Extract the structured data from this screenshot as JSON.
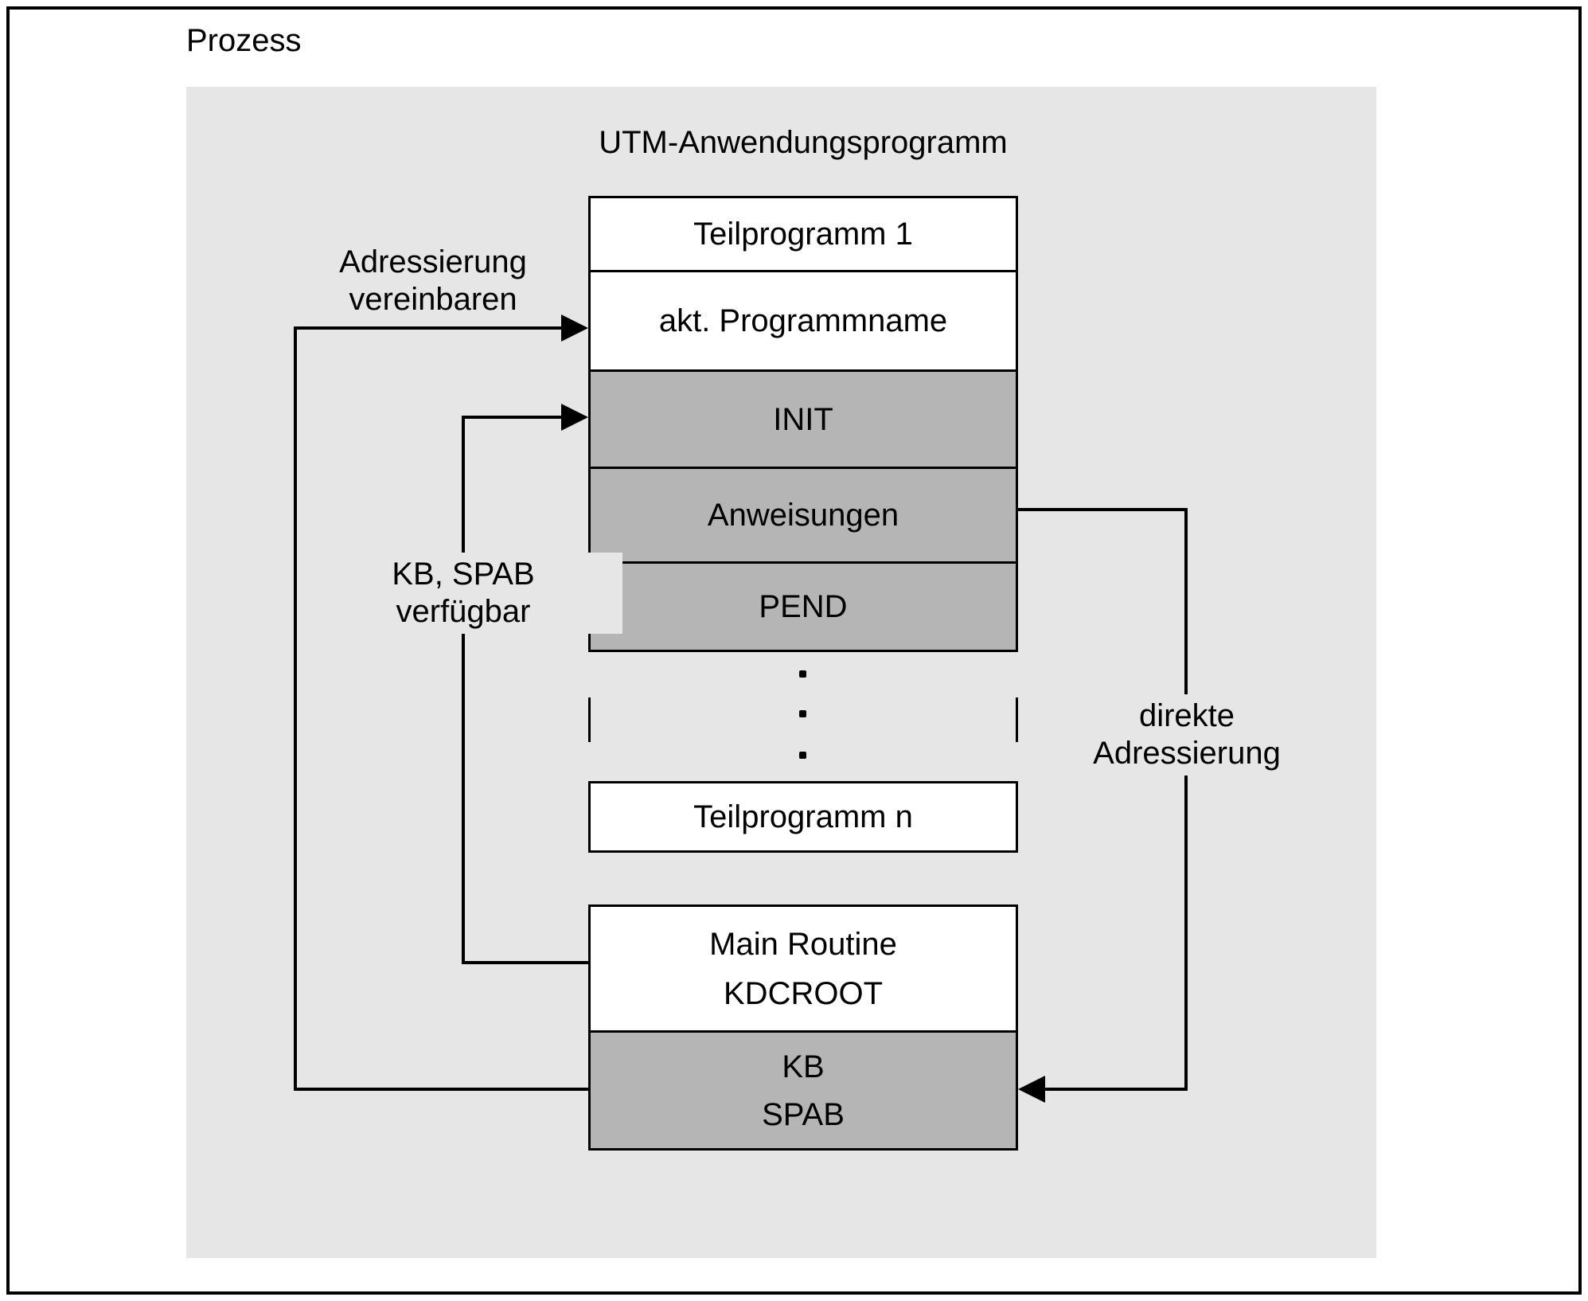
{
  "diagram": {
    "process_label": "Prozess",
    "program_title": "UTM-Anwendungsprogramm",
    "boxes": {
      "teilprogramm_1": "Teilprogramm 1",
      "akt_programmname": "akt. Programmname",
      "init": "INIT",
      "anweisungen": "Anweisungen",
      "pend": "PEND",
      "teilprogramm_n": "Teilprogramm n",
      "main_routine": {
        "line1": "Main Routine",
        "line2": "KDCROOT"
      },
      "kb_spab": {
        "line1": "KB",
        "line2": "SPAB"
      }
    },
    "labels": {
      "adressierung": {
        "line1": "Adressierung",
        "line2": "vereinbaren"
      },
      "kb_spab_verfuegbar": {
        "line1": "KB, SPAB",
        "line2": "verfügbar"
      },
      "direkte_adressierung": {
        "line1": "direkte",
        "line2": "Adressierung"
      }
    },
    "colors": {
      "container_bg": "#e6e6e6",
      "shaded_box_bg": "#b5b5b5",
      "white_box_bg": "#ffffff",
      "line": "#000000"
    }
  }
}
